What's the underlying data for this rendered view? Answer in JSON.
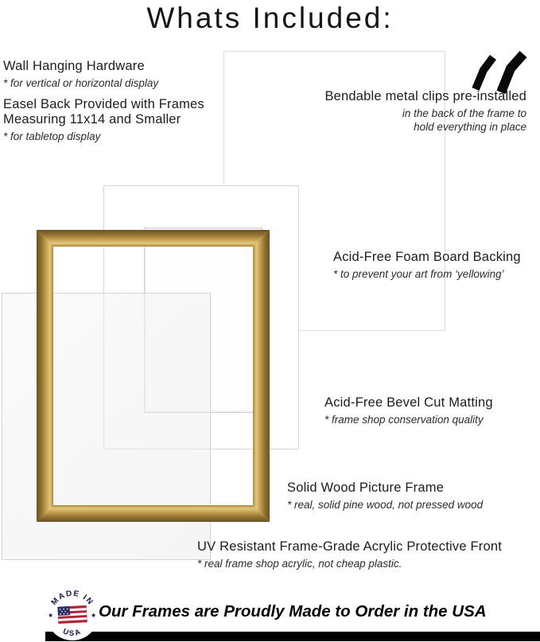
{
  "title": "Whats Included:",
  "labels": {
    "wall_hardware": {
      "heading": "Wall Hanging Hardware",
      "note": "* for vertical or horizontal display"
    },
    "easel_back": {
      "line1": "Easel Back Provided with Frames",
      "line2": "Measuring 11x14 and Smaller",
      "note": "* for tabletop display"
    },
    "clips": {
      "heading": "Bendable metal clips pre-installed",
      "note1": "in the back of the frame to",
      "note2": "hold everything in place"
    },
    "foam_board": {
      "heading": "Acid-Free Foam Board Backing",
      "note": "* to prevent your art from ‘yellowing’"
    },
    "matting": {
      "heading": "Acid-Free Bevel Cut Matting",
      "note": "* frame shop conservation quality"
    },
    "frame": {
      "heading": "Solid Wood Picture Frame",
      "note": "* real, solid pine wood, not pressed wood"
    },
    "acrylic": {
      "heading": "UV Resistant Frame-Grade Acrylic Protective Front",
      "note": "* real frame shop acrylic, not cheap plastic."
    }
  },
  "footer": {
    "message": "Our Frames are Proudly Made to Order in the USA",
    "stamp": {
      "top": "MADE IN",
      "bottom": "USA",
      "star": "★"
    }
  },
  "icons": {
    "clips": "bendable-metal-clips-icon",
    "stamp": "usa-flag-stamp"
  },
  "colors": {
    "frame_gold_dark": "#6b5322",
    "frame_gold_mid": "#c5a24e",
    "frame_gold_light": "#e3c77b",
    "footer_bar": "#000000",
    "stamp_navy": "#14144e",
    "flag_red": "#b22234",
    "flag_blue": "#2d2d6e"
  }
}
